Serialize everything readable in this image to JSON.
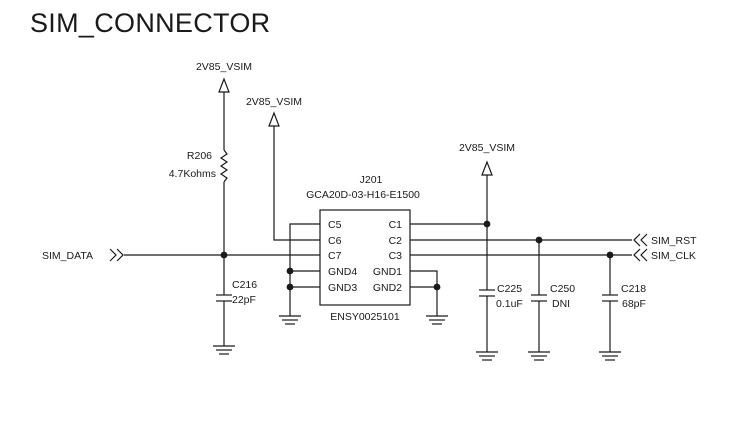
{
  "title": "SIM_CONNECTOR",
  "power": {
    "rail_1": "2V85_VSIM",
    "rail_2": "2V85_VSIM",
    "rail_3": "2V85_VSIM"
  },
  "resistor": {
    "ref": "R206",
    "value": "4.7Kohms"
  },
  "connector": {
    "ref": "J201",
    "part": "GCA20D-03-H16-E1500",
    "bottom_label": "ENSY0025101",
    "pins_left": [
      "C5",
      "C6",
      "C7",
      "GND4",
      "GND3"
    ],
    "pins_right": [
      "C1",
      "C2",
      "C3",
      "GND1",
      "GND2"
    ]
  },
  "capacitors": [
    {
      "ref": "C216",
      "value": "22pF"
    },
    {
      "ref": "C225",
      "value": "0.1uF"
    },
    {
      "ref": "C250",
      "value": "DNI"
    },
    {
      "ref": "C218",
      "value": "68pF"
    }
  ],
  "nets": {
    "sim_data": "SIM_DATA",
    "sim_rst": "SIM_RST",
    "sim_clk": "SIM_CLK"
  }
}
